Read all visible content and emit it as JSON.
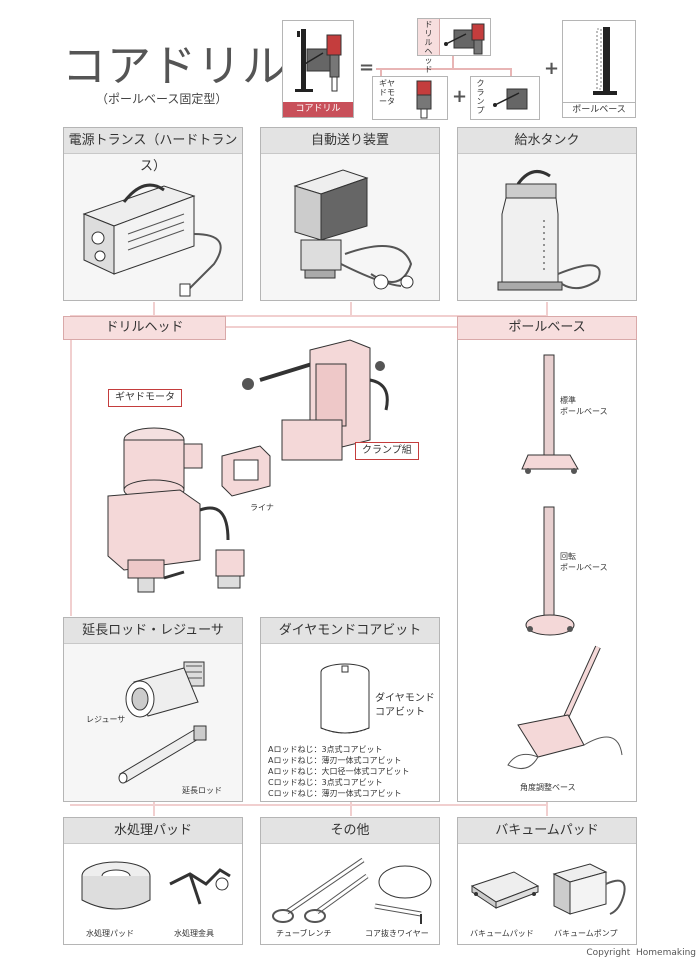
{
  "title": {
    "main": "コアドリル",
    "sub": "（ポールベース固定型）"
  },
  "formula": {
    "core_drill": "コアドリル",
    "drill_head": "ドリルヘッド",
    "geared_motor": "ギヤドモータ",
    "clamp": "クランプ",
    "pole_base": "ポールベース",
    "equals": "=",
    "plus": "+"
  },
  "sections": {
    "power_trans": "電源トランス（ハードトランス）",
    "auto_feed": "自動送り装置",
    "water_tank": "給水タンク",
    "drill_head": "ドリルヘッド",
    "pole_base": "ポールベース",
    "ext_rod": "延長ロッド・レジューサ",
    "diamond_bit": "ダイヤモンドコアビット",
    "water_pad": "水処理パッド",
    "others": "その他",
    "vacuum_pad": "バキュームパッド"
  },
  "drill_head_parts": {
    "geared_motor": "ギヤドモータ",
    "clamp_set": "クランプ組",
    "liner": "ライナ"
  },
  "pole_base_parts": {
    "standard": [
      "標準",
      "ポールベース"
    ],
    "rotating": [
      "回転",
      "ポールベース"
    ],
    "angle": "角度調整ベース"
  },
  "ext_rod_parts": {
    "reducer": "レジューサ",
    "ext_rod": "延長ロッド"
  },
  "diamond_bit_parts": {
    "label": [
      "ダイヤモンド",
      "コアビット"
    ],
    "types": [
      "Aロッドねじ：3点式コアビット",
      "Aロッドねじ：薄刃一体式コアビット",
      "Aロッドねじ：大口径一体式コアビット",
      "Cロッドねじ：3点式コアビット",
      "Cロッドねじ：薄刃一体式コアビット"
    ]
  },
  "water_pad_parts": {
    "pad": "水処理パッド",
    "fitting": "水処理金具"
  },
  "others_parts": {
    "wrench": "チューブレンチ",
    "wire": "コア抜きワイヤー"
  },
  "vacuum_parts": {
    "pad": "バキュームパッド",
    "pump": "バキュームポンプ"
  },
  "copyright": "Copyright  Homemaking",
  "colors": {
    "accent_red": "#c8505a",
    "pink_line": "#f1cfcf",
    "header_gray": "#e3e3e3"
  }
}
